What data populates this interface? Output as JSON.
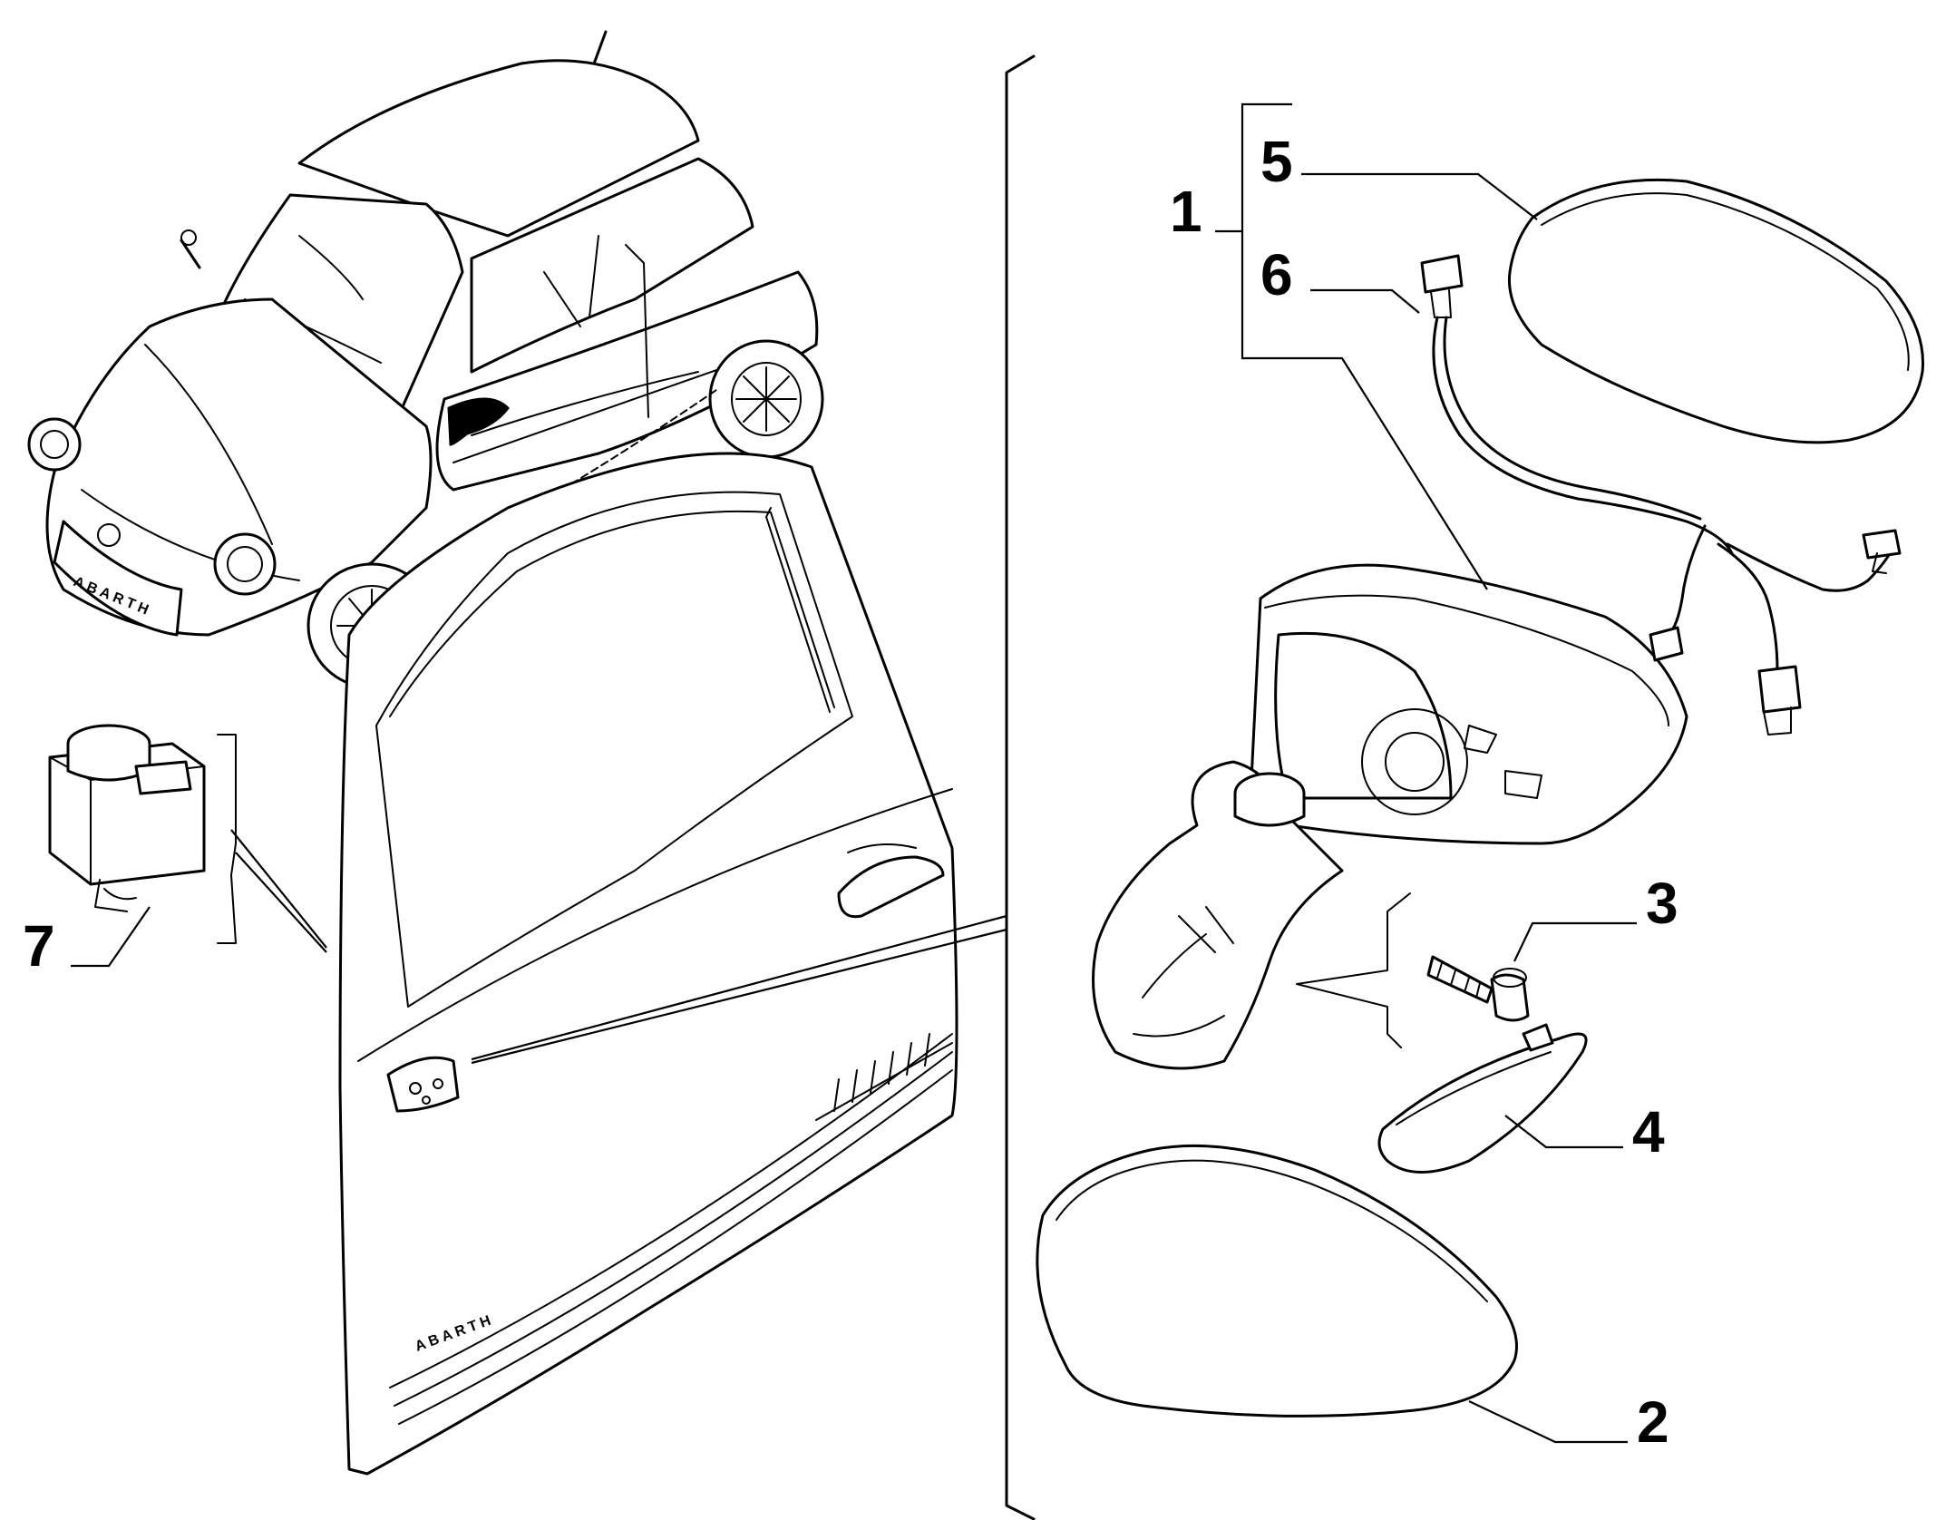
{
  "diagram": {
    "callouts": [
      {
        "id": "1",
        "label": "1"
      },
      {
        "id": "2",
        "label": "2"
      },
      {
        "id": "3",
        "label": "3"
      },
      {
        "id": "4",
        "label": "4"
      },
      {
        "id": "5",
        "label": "5"
      },
      {
        "id": "6",
        "label": "6"
      },
      {
        "id": "7",
        "label": "7"
      }
    ],
    "brand_text": {
      "car_grille": "ABARTH",
      "door_decal": "ABARTH"
    }
  }
}
